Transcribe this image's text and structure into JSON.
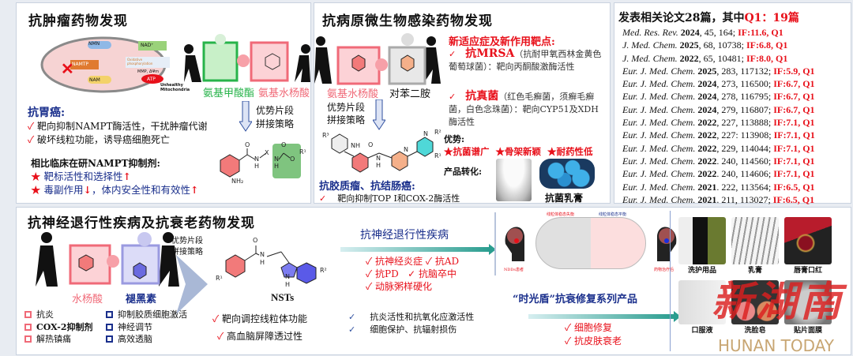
{
  "antitumor": {
    "title": "抗肿瘤药物发现",
    "pathway_labels": [
      "NMN",
      "NAD⁺",
      "NAMTP",
      "NAM",
      "ATP",
      "Oxidative phosphorylation",
      "MMP, ΔΨm",
      "Unhealthy Mitochondria"
    ],
    "fragment_a": "氨基甲酸酯",
    "fragment_b": "氨基水杨酸",
    "strategy": [
      "优势片段",
      "拼接策略"
    ],
    "gastric_heading": "抗胃癌:",
    "gastric_points": [
      "靶向抑制NAMPT酶活性，干扰肿瘤代谢",
      "破坏线粒功能，诱导癌细胞死亡"
    ],
    "compare_heading": "相比临床在研NAMPT抑制剂:",
    "compare_points": [
      {
        "text": "靶标活性和选择性",
        "arrow": "↑"
      },
      {
        "text_a": "毒副作用",
        "arrow_a": "↓",
        "text_b": "，体内安全性和有效性",
        "arrow_b": "↑"
      }
    ],
    "molecule_labels": [
      "O",
      "N",
      "H",
      "X",
      "O",
      "N",
      "H",
      "O",
      "R¹",
      "NH₂"
    ]
  },
  "antimicrobial": {
    "title": "抗病原微生物感染药物发现",
    "fragment_a": "氨基水杨酸",
    "fragment_b": "对苯二胺",
    "strategy": [
      "优势片段",
      "拼接策略"
    ],
    "targets_heading": "新适应症及新作用靶点:",
    "mrsa_label": "抗MRSA",
    "mrsa_desc": "（抗耐甲氧西林金黄色葡萄球菌）：靶向丙酮酸激酶活性",
    "fungi_label": "抗真菌",
    "fungi_desc": "（红色毛癣菌，须癣毛癣菌，白色念珠菌）：靶向CYP51及XDH酶活性",
    "advantage_heading": "优势:",
    "advantages": [
      "抗菌谱广",
      "骨架新颖",
      "耐药性低"
    ],
    "product_heading": "产品转化:",
    "product_label": "抗菌乳膏",
    "cancer_heading": "抗胶质瘤、抗结肠癌:",
    "cancer_point": "靶向抑制TOP I和COX-2酶活性",
    "molecule_labels": [
      "R³",
      "NH",
      "O",
      "N",
      "H",
      "N",
      "R²",
      "N",
      "R¹"
    ]
  },
  "papers": {
    "heading_a": "发表相关论文28篇，其中",
    "heading_b": "Q1：19篇",
    "items": [
      {
        "journal": "Med. Res. Rev.",
        "year": "2024",
        "ref": ", 45, 164; ",
        "if": "IF:11.6, Q1"
      },
      {
        "journal": "J. Med. Chem.",
        "year": "2025",
        "ref": ", 68, 10738; ",
        "if": "IF:6.8, Q1"
      },
      {
        "journal": "J. Med. Chem.",
        "year": "2022",
        "ref": ", 65, 10481; ",
        "if": "IF:8.0, Q1"
      },
      {
        "journal": "Eur. J. Med. Chem.",
        "year": "2025",
        "ref": ", 283, 117132; ",
        "if": "IF:5.9, Q1"
      },
      {
        "journal": "Eur. J. Med. Chem.",
        "year": "2024",
        "ref": ", 273, 116500; ",
        "if": "IF:6.7, Q1"
      },
      {
        "journal": "Eur. J. Med. Chem.",
        "year": "2024",
        "ref": ", 278, 116795; ",
        "if": "IF:6.7, Q1"
      },
      {
        "journal": "Eur. J. Med. Chem.",
        "year": "2024",
        "ref": ", 279, 116807; ",
        "if": "IF:6.7, Q1"
      },
      {
        "journal": "Eur. J. Med. Chem.",
        "year": "2022",
        "ref": ", 227, 113888; ",
        "if": "IF:7.1, Q1"
      },
      {
        "journal": "Eur. J. Med. Chem.",
        "year": "2022",
        "ref": ", 227: 113908; ",
        "if": "IF:7.1, Q1"
      },
      {
        "journal": "Eur. J. Med. Chem.",
        "year": "2022",
        "ref": ", 229, 114044; ",
        "if": "IF:7.1, Q1"
      },
      {
        "journal": "Eur. J. Med. Chem.",
        "year": "2022",
        "ref": ". 240, 114560; ",
        "if": "IF:7.1, Q1"
      },
      {
        "journal": "Eur. J. Med. Chem.",
        "year": "2022",
        "ref": ". 240, 114606; ",
        "if": "IF:7.1, Q1"
      },
      {
        "journal": "Eur. J. Med. Chem.",
        "year": "2021",
        "ref": ". 222, 113564; ",
        "if": "IF:6.5, Q1"
      },
      {
        "journal": "Eur. J. Med. Chem.",
        "year": "2021",
        "ref": ". 211, 113027; ",
        "if": "IF:6.5, Q1"
      }
    ]
  },
  "neuro": {
    "title": "抗神经退行性疾病及抗衰老药物发现",
    "fragment_a": "水杨酸",
    "fragment_b": "褪黑素",
    "strategy": [
      "优势片段",
      "拼接策略"
    ],
    "salicylic_props": [
      "抗炎",
      "COX-2抑制剂",
      "解热镇痛"
    ],
    "melatonin_props": [
      "抑制胶质细胞激活",
      "神经调节",
      "高效透脑"
    ],
    "compound_name": "NSTs",
    "nst_points": [
      "靶向调控线粒体功能",
      "高血脑屏障透过性"
    ],
    "molecule_labels": [
      "O",
      "N",
      "H",
      "R¹",
      "N",
      "H",
      "R²"
    ],
    "neuro_heading": "抗神经退行性疾病",
    "neuro_points": [
      "抗神经炎症",
      "抗AD",
      "抗PD",
      "抗脑卒中",
      "动脉粥样硬化"
    ],
    "activity_points": [
      "抗炎活性和抗氧化应激活性",
      "细胞保护、抗辐射损伤"
    ],
    "antiaging_heading": "“时光盾”抗衰修复系列产品",
    "antiaging_points": [
      "细胞修复",
      "抗皮肤衰老"
    ],
    "mechanism_labels": [
      "线粒体稳态失衡",
      "线粒体稳态平衡",
      "NDDs患者",
      "药物治疗后"
    ],
    "products": [
      "洗护用品",
      "乳膏",
      "唇膏口红",
      "口服液",
      "洗脸皂",
      "贴片面膜"
    ],
    "watermark_cn": "新湖南",
    "watermark_en": "HUNAN TODAY"
  },
  "colors": {
    "red": "#e8101a",
    "blue": "#1a2f8c",
    "green": "#27b34a",
    "pink": "#f06a78",
    "teal": "#2a9d8f"
  }
}
